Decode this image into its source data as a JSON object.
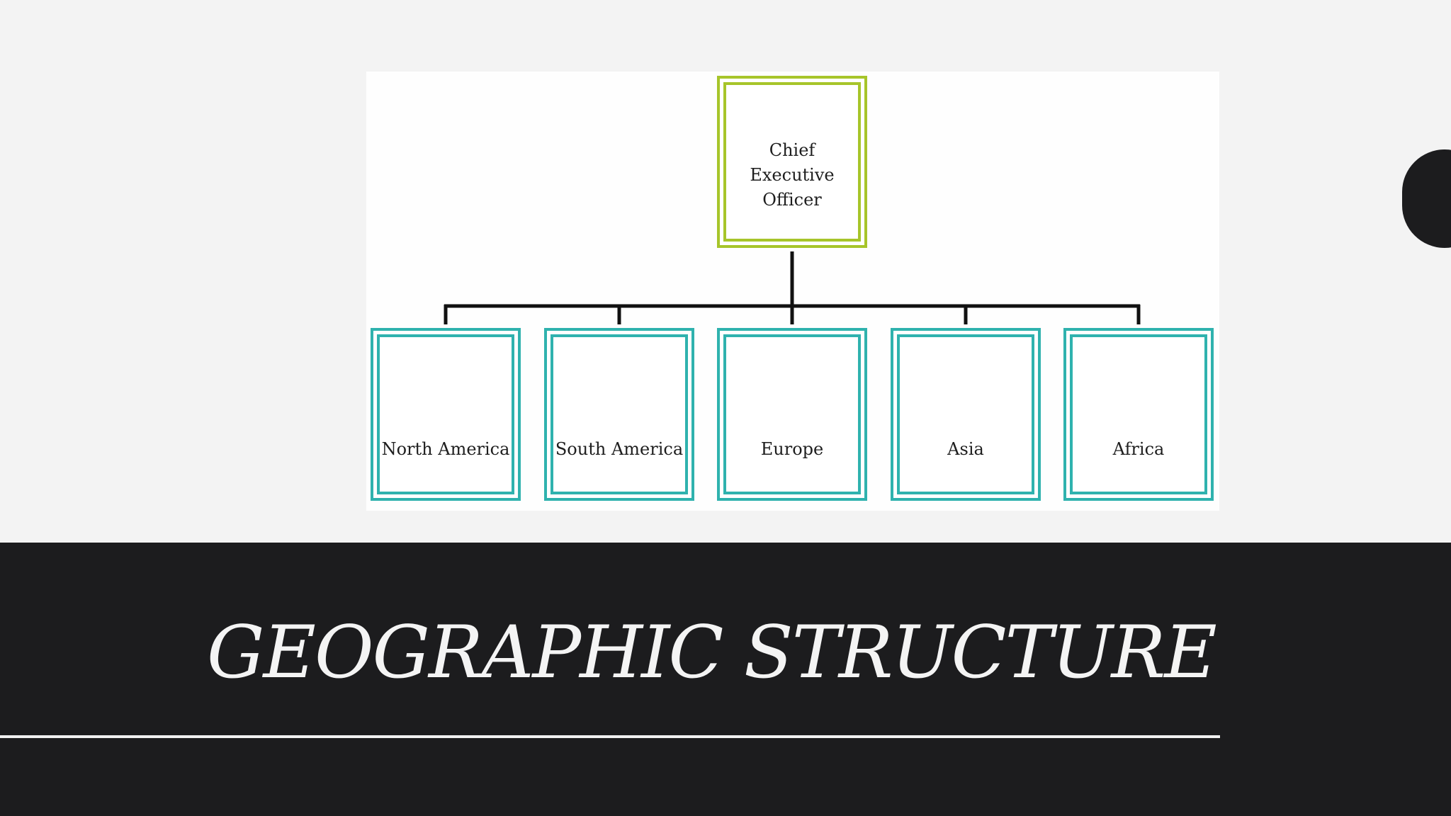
{
  "diagram": {
    "ceo": {
      "label": "Chief Executive\nOfficer",
      "border_color": "#a7c52a"
    },
    "regions": [
      {
        "id": "north-america",
        "label": "North America"
      },
      {
        "id": "south-america",
        "label": "South America"
      },
      {
        "id": "europe",
        "label": "Europe"
      },
      {
        "id": "asia",
        "label": "Asia"
      },
      {
        "id": "africa",
        "label": "Africa"
      }
    ],
    "region_border_color": "#2fb2ae",
    "connector_color": "#111111"
  },
  "slide": {
    "title": "GEOGRAPHIC STRUCTURE",
    "band_color": "#1c1c1e"
  }
}
